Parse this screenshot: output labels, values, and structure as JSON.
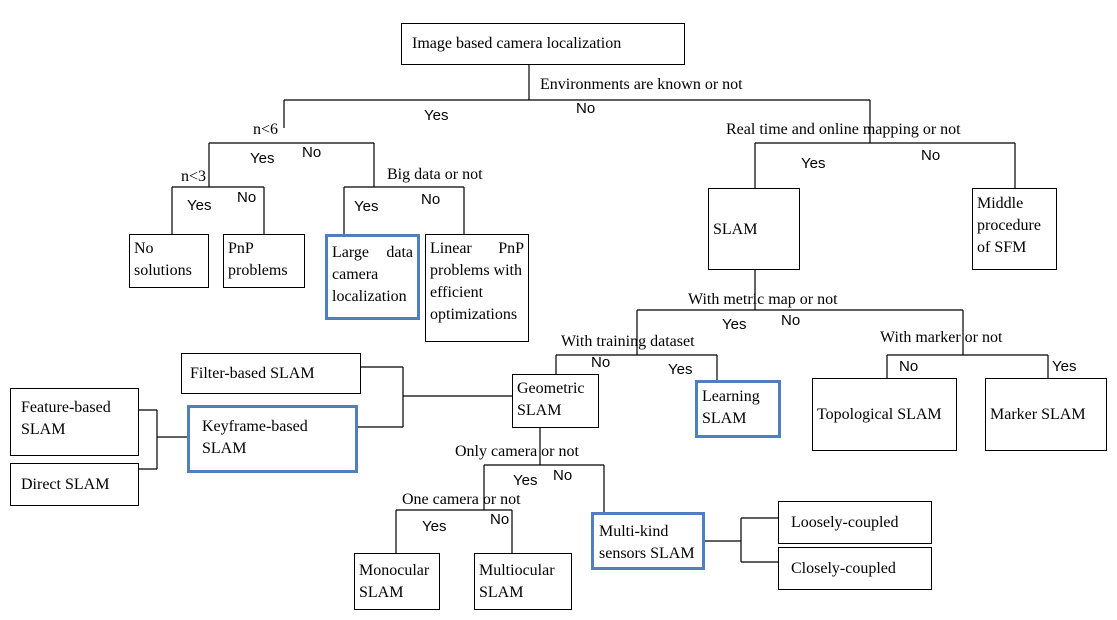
{
  "nodes": {
    "root": "Image based camera localization",
    "no_solutions": [
      "No",
      "solutions"
    ],
    "pnp": [
      "PnP",
      "problems"
    ],
    "large_data": [
      "Large data",
      "camera",
      "localization"
    ],
    "linear_pnp": [
      "Linear PnP",
      "problems with",
      "efficient",
      "optimizations"
    ],
    "slam": "SLAM",
    "middle_sfm": [
      "Middle",
      "procedure",
      "of SFM"
    ],
    "filter_slam": "Filter-based SLAM",
    "feature_slam": [
      "Feature-based",
      "SLAM"
    ],
    "keyframe_slam": [
      "Keyframe-based",
      "SLAM"
    ],
    "direct_slam": "Direct SLAM",
    "geometric_slam": [
      "Geometric",
      "SLAM"
    ],
    "learning_slam": [
      "Learning",
      "SLAM"
    ],
    "topological_slam": "Topological SLAM",
    "marker_slam": "Marker SLAM",
    "monocular_slam": [
      "Monocular",
      "SLAM"
    ],
    "multiocular_slam": [
      "Multiocular",
      "SLAM"
    ],
    "multikind_slam": [
      "Multi-kind",
      "sensors SLAM"
    ],
    "loosely": "Loosely-coupled",
    "closely": "Closely-coupled"
  },
  "questions": {
    "env_known": "Environments are known or not",
    "n6": "n<6",
    "n3": "n<3",
    "big_data": "Big data or not",
    "realtime": "Real time and online mapping or not",
    "metric_map": "With metric map or not",
    "training": "With training dataset",
    "marker": "With marker or not",
    "only_camera": "Only camera or not",
    "one_camera": "One camera or not"
  },
  "answers": {
    "env_yes": "Yes",
    "env_no": "No",
    "n6_yes": "Yes",
    "n6_no": "No",
    "n3_yes": "Yes",
    "n3_no": "No",
    "big_yes": "Yes",
    "big_no": "No",
    "rt_yes": "Yes",
    "rt_no": "No",
    "metric_yes": "Yes",
    "metric_no": "No",
    "train_no": "No",
    "train_yes": "Yes",
    "marker_no": "No",
    "marker_yes": "Yes",
    "cam_yes": "Yes",
    "cam_no": "No",
    "one_yes": "Yes",
    "one_no": "No"
  },
  "colors": {
    "highlight": "#4f7fbf",
    "line": "#000000"
  }
}
